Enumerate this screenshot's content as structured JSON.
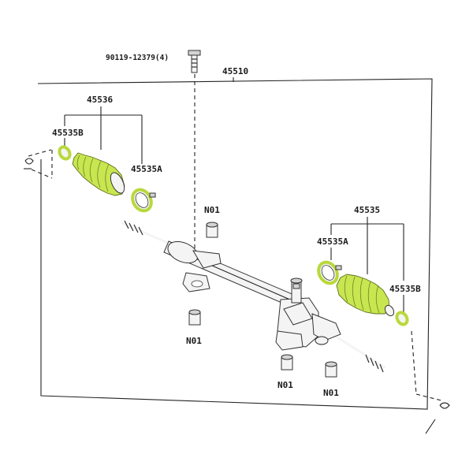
{
  "labels": {
    "bolt": "90119-12379(4)",
    "assembly": "45510",
    "boot_set_left": "45536",
    "clamp_b_left": "45535B",
    "clamp_a_left": "45535A",
    "boot_set_right": "45535",
    "clamp_a_right": "45535A",
    "clamp_b_right": "45535B",
    "n01": "N01"
  },
  "colors": {
    "highlight": "#c8e650",
    "line": "#222222",
    "part_fill": "#f4f4f4"
  }
}
